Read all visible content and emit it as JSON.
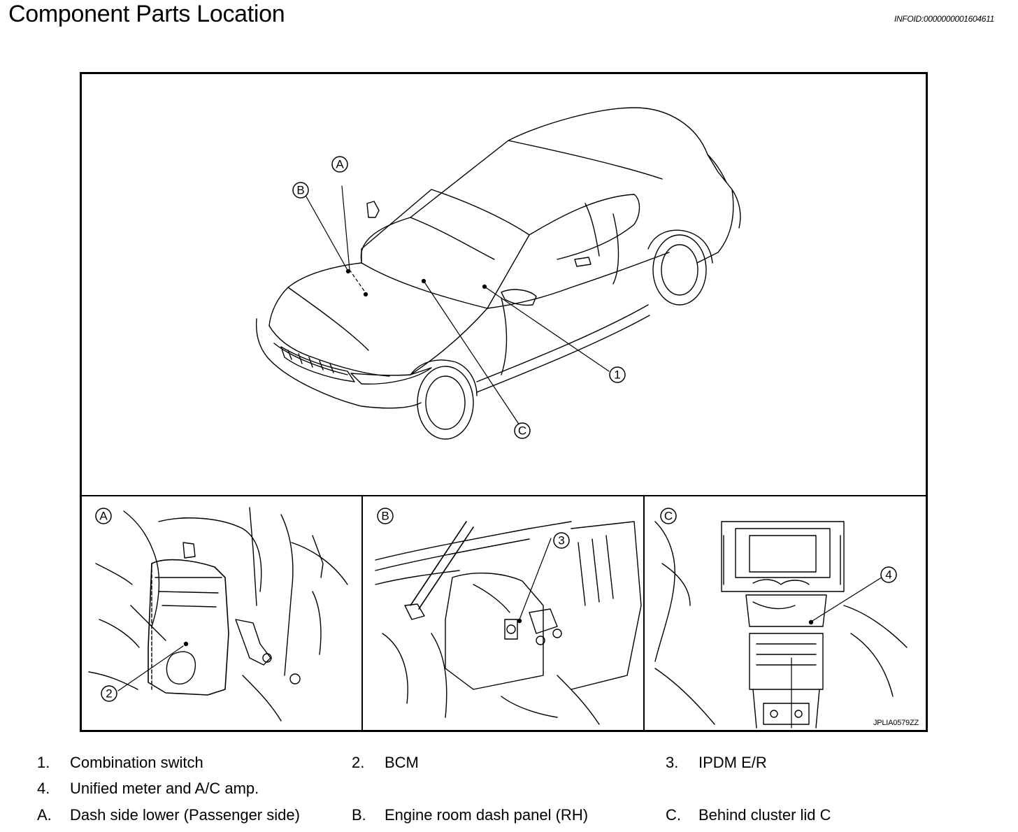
{
  "page": {
    "title": "Component Parts Location",
    "infoid": "INFOID:0000000001604611"
  },
  "figure": {
    "code": "JPLIA0579ZZ",
    "callouts": {
      "c1": "1",
      "c2": "2",
      "c3": "3",
      "c4": "4",
      "cA": "A",
      "cB": "B",
      "cC": "C",
      "pA": "A",
      "pB": "B",
      "pC": "C"
    }
  },
  "legend": [
    {
      "key": "1.",
      "text": "Combination switch"
    },
    {
      "key": "2.",
      "text": "BCM"
    },
    {
      "key": "3.",
      "text": "IPDM E/R"
    },
    {
      "key": "4.",
      "text": "Unified meter and A/C amp."
    },
    {
      "key": "A.",
      "text": "Dash side lower (Passenger side)"
    },
    {
      "key": "B.",
      "text": "Engine room dash panel (RH)"
    },
    {
      "key": "C.",
      "text": "Behind cluster lid C"
    }
  ]
}
